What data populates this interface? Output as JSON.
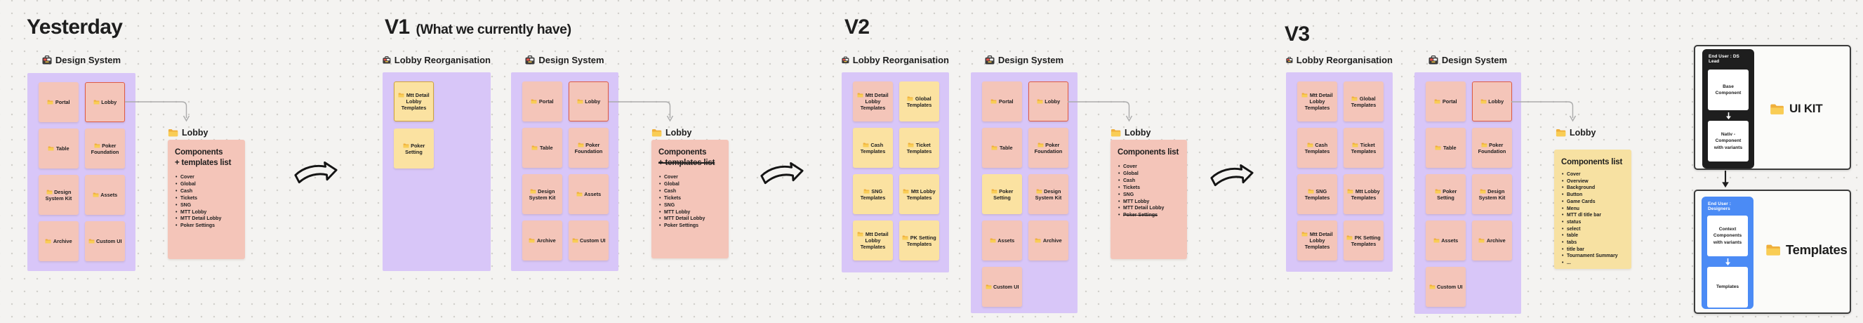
{
  "colors": {
    "bg": "#F4F3F1",
    "dot": "#D2D0CC",
    "board": "#D8C6F8",
    "note_pink": "#F4C5B9",
    "note_yellow": "#FBE2A1",
    "card_yellow": "#F7E1A2",
    "highlight_red": "#DE5B45",
    "highlight_amber": "#CFA53B",
    "ink": "#1E1E1E",
    "connector": "#ABABAB",
    "flow_dark": "#1E1E1E",
    "flow_blue": "#4B8BF5",
    "folder": "#EFAF3C"
  },
  "icons": {
    "board_icon": "toolbox-icon",
    "folder_icon": "folder-icon"
  },
  "yesterday": {
    "title": "Yesterday",
    "design_system": {
      "label": "Design System",
      "notes": [
        {
          "label": "Portal",
          "color": "pink"
        },
        {
          "label": "Lobby",
          "color": "pink",
          "highlight": "red"
        },
        {
          "label": "Table",
          "color": "pink"
        },
        {
          "label": "Poker Foundation",
          "color": "pink"
        },
        {
          "label": "Design System Kit",
          "color": "pink"
        },
        {
          "label": "Assets",
          "color": "pink"
        },
        {
          "label": "Archive",
          "color": "pink"
        },
        {
          "label": "Custom UI",
          "color": "pink"
        }
      ]
    },
    "lobby_card": {
      "label": "Lobby",
      "heading_line1": "Components",
      "heading_line2": "+ templates list",
      "items": [
        {
          "text": "Cover"
        },
        {
          "text": "Global"
        },
        {
          "text": "Cash"
        },
        {
          "text": "Tickets"
        },
        {
          "text": "SNG"
        },
        {
          "text": "MTT Lobby"
        },
        {
          "text": "MTT Detail Lobby"
        },
        {
          "text": "Poker Settings"
        }
      ]
    }
  },
  "v1": {
    "title": "V1",
    "subtitle": "(What we currently have)",
    "lobby_reorg": {
      "label": "Lobby Reorganisation",
      "notes": [
        {
          "label": "Mtt Detail Lobby Templates",
          "color": "yellow",
          "highlight": "amber"
        },
        {
          "label": "Poker Setting",
          "color": "yellow"
        }
      ]
    },
    "design_system": {
      "label": "Design System",
      "notes": [
        {
          "label": "Portal",
          "color": "pink"
        },
        {
          "label": "Lobby",
          "color": "pink",
          "highlight": "red"
        },
        {
          "label": "Table",
          "color": "pink"
        },
        {
          "label": "Poker Foundation",
          "color": "pink"
        },
        {
          "label": "Design System Kit",
          "color": "pink"
        },
        {
          "label": "Assets",
          "color": "pink"
        },
        {
          "label": "Archive",
          "color": "pink"
        },
        {
          "label": "Custom UI",
          "color": "pink"
        }
      ]
    },
    "lobby_card": {
      "label": "Lobby",
      "heading_line1": "Components",
      "heading_line2": "+ templates list",
      "items": [
        {
          "text": "Cover"
        },
        {
          "text": "Global"
        },
        {
          "text": "Cash"
        },
        {
          "text": "Tickets"
        },
        {
          "text": "SNG"
        },
        {
          "text": "MTT Lobby"
        },
        {
          "text": "MTT Detail Lobby"
        },
        {
          "text": "Poker Settings"
        }
      ]
    }
  },
  "v2": {
    "title": "V2",
    "lobby_reorg": {
      "label": "Lobby Reorganisation",
      "notes": [
        {
          "label": "Mtt Detail Lobby Templates",
          "color": "pink"
        },
        {
          "label": "Global Templates",
          "color": "yellow"
        },
        {
          "label": "Cash Templates",
          "color": "yellow"
        },
        {
          "label": "Ticket Templates",
          "color": "yellow"
        },
        {
          "label": "SNG Templates",
          "color": "yellow"
        },
        {
          "label": "Mtt Lobby Templates",
          "color": "yellow"
        },
        {
          "label": "Mtt Detail Lobby Templates",
          "color": "yellow"
        },
        {
          "label": "PK Setting Templates",
          "color": "yellow"
        }
      ]
    },
    "design_system": {
      "label": "Design System",
      "notes": [
        {
          "label": "Portal",
          "color": "pink"
        },
        {
          "label": "Lobby",
          "color": "pink",
          "highlight": "red"
        },
        {
          "label": "Table",
          "color": "pink"
        },
        {
          "label": "Poker Foundation",
          "color": "pink"
        },
        {
          "label": "Poker Setting",
          "color": "yellow"
        },
        {
          "label": "Design System Kit",
          "color": "pink"
        },
        {
          "label": "Assets",
          "color": "pink"
        },
        {
          "label": "Archive",
          "color": "pink"
        },
        {
          "label": "Custom UI",
          "color": "pink"
        }
      ]
    },
    "lobby_card": {
      "label": "Lobby",
      "heading": "Components list",
      "items": [
        {
          "text": "Cover"
        },
        {
          "text": "Global"
        },
        {
          "text": "Cash"
        },
        {
          "text": "Tickets"
        },
        {
          "text": "SNG"
        },
        {
          "text": "MTT Lobby"
        },
        {
          "text": "MTT Detail Lobby"
        },
        {
          "text": "Poker Settings",
          "struck": true
        }
      ]
    }
  },
  "v3": {
    "title": "V3",
    "lobby_reorg": {
      "label": "Lobby Reorganisation",
      "notes": [
        {
          "label": "Mtt Detail Lobby Templates",
          "color": "pink"
        },
        {
          "label": "Global Templates",
          "color": "pink"
        },
        {
          "label": "Cash Templates",
          "color": "pink"
        },
        {
          "label": "Ticket Templates",
          "color": "pink"
        },
        {
          "label": "SNG Templates",
          "color": "pink"
        },
        {
          "label": "Mtt Lobby Templates",
          "color": "pink"
        },
        {
          "label": "Mtt Detail Lobby Templates",
          "color": "pink"
        },
        {
          "label": "PK Setting Templates",
          "color": "pink"
        }
      ]
    },
    "design_system": {
      "label": "Design System",
      "notes": [
        {
          "label": "Portal",
          "color": "pink"
        },
        {
          "label": "Lobby",
          "color": "pink",
          "highlight": "red"
        },
        {
          "label": "Table",
          "color": "pink"
        },
        {
          "label": "Poker Foundation",
          "color": "pink"
        },
        {
          "label": "Poker Setting",
          "color": "pink"
        },
        {
          "label": "Design System Kit",
          "color": "pink"
        },
        {
          "label": "Assets",
          "color": "pink"
        },
        {
          "label": "Archive",
          "color": "pink"
        },
        {
          "label": "Custom UI",
          "color": "pink"
        }
      ]
    },
    "lobby_card": {
      "label": "Lobby",
      "heading": "Components list",
      "items": [
        {
          "text": "Cover"
        },
        {
          "text": "Overview"
        },
        {
          "text": "Background"
        },
        {
          "text": "Button"
        },
        {
          "text": "Game Cards"
        },
        {
          "text": "Menu"
        },
        {
          "text": "MTT dl title bar"
        },
        {
          "text": "status"
        },
        {
          "text": "select"
        },
        {
          "text": "table"
        },
        {
          "text": "tabs"
        },
        {
          "text": "title bar"
        },
        {
          "text": "Tournament Summary"
        },
        {
          "text": "..."
        }
      ]
    }
  },
  "flow": {
    "ds_lead": {
      "header": "End User : DS Lead",
      "steps": [
        "Base Component",
        "Nativ - Component with variants"
      ],
      "label": "UI KIT"
    },
    "designers": {
      "header": "End User : Designers",
      "steps": [
        "Context Components with variants",
        "Templates"
      ],
      "label": "Templates"
    }
  }
}
